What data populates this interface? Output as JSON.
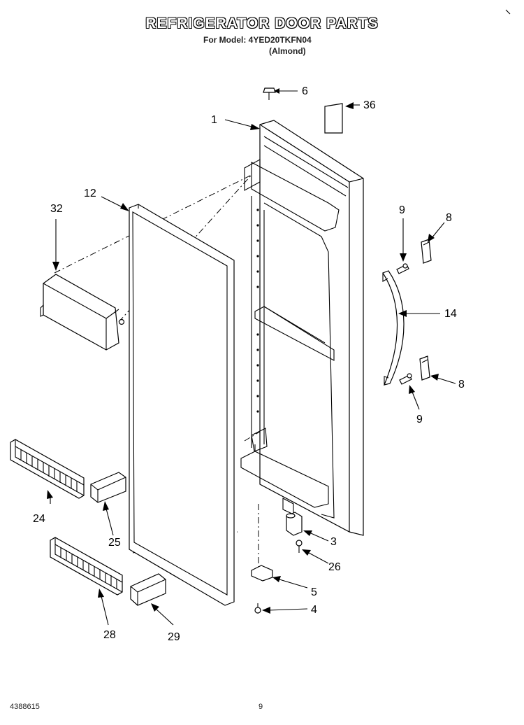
{
  "header": {
    "title": "REFRIGERATOR DOOR PARTS",
    "model_line": "For Model: 4YED20TKFN04",
    "color_line": "(Almond)"
  },
  "callouts": {
    "c1": "1",
    "c3": "3",
    "c4": "4",
    "c5": "5",
    "c6": "6",
    "c8a": "8",
    "c8b": "8",
    "c9a": "9",
    "c9b": "9",
    "c12": "12",
    "c14": "14",
    "c24": "24",
    "c25": "25",
    "c26": "26",
    "c28": "28",
    "c29": "29",
    "c32": "32",
    "c36": "36"
  },
  "footer": {
    "doc_number": "4388615",
    "page_number": "9"
  }
}
